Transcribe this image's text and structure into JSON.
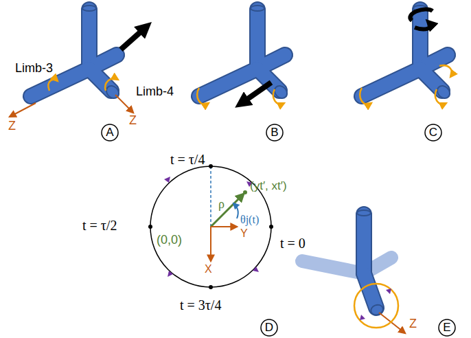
{
  "diagram": {
    "nodes": [
      {
        "text": [
          "A"
        ]
      },
      {
        "text": [
          "B"
        ]
      },
      {
        "text": [
          "C"
        ]
      },
      {
        "text": [
          "D"
        ]
      },
      {
        "text": [
          "E"
        ]
      }
    ],
    "labels": [
      "Limb-3",
      "Z",
      "Limb-4",
      "Z",
      "t = τ/4",
      "(yt′, xt′)",
      "ρ",
      "t = τ/2",
      "(0,0)",
      "θj(t)",
      "t = 0",
      "Y",
      "X",
      "t = 3τ/4",
      "Z"
    ]
  }
}
